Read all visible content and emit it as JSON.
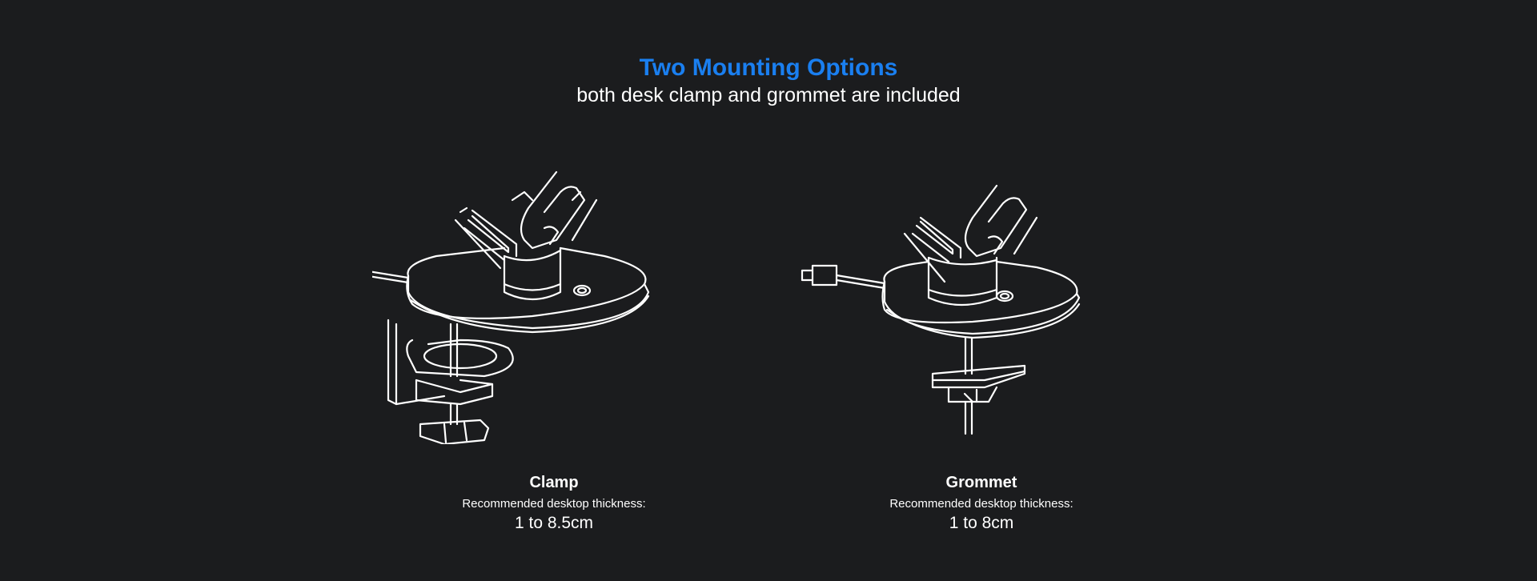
{
  "header": {
    "title": "Two Mounting Options",
    "subtitle": "both desk clamp and grommet are included"
  },
  "options": [
    {
      "name": "Clamp",
      "recommended_label": "Recommended desktop thickness:",
      "value": "1 to 8.5cm",
      "icon": "desk-clamp-illustration"
    },
    {
      "name": "Grommet",
      "recommended_label": "Recommended desktop thickness:",
      "value": "1 to 8cm",
      "icon": "grommet-mount-illustration"
    }
  ],
  "colors": {
    "background": "#1b1c1e",
    "accent": "#1a7ff0",
    "text": "#ffffff"
  }
}
